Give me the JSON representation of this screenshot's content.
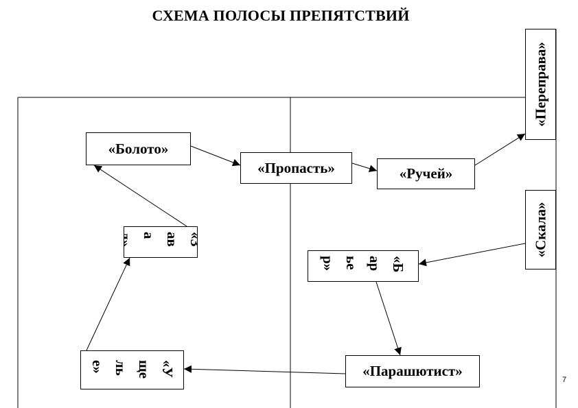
{
  "title": "СХЕМА ПОЛОСЫ ПРЕПЯТСТВИЙ",
  "page_number": "7",
  "stations": {
    "boloto": "«Болото»",
    "propast": "«Пропасть»",
    "ruchey": "«Ручей»",
    "pereprava": "«Переправа»",
    "skala": "«Скала»",
    "barier": "«Барьер»",
    "parashutist": "«Парашютист»",
    "uschelye": "«Ущелье»",
    "zaval": "«Завал»"
  }
}
